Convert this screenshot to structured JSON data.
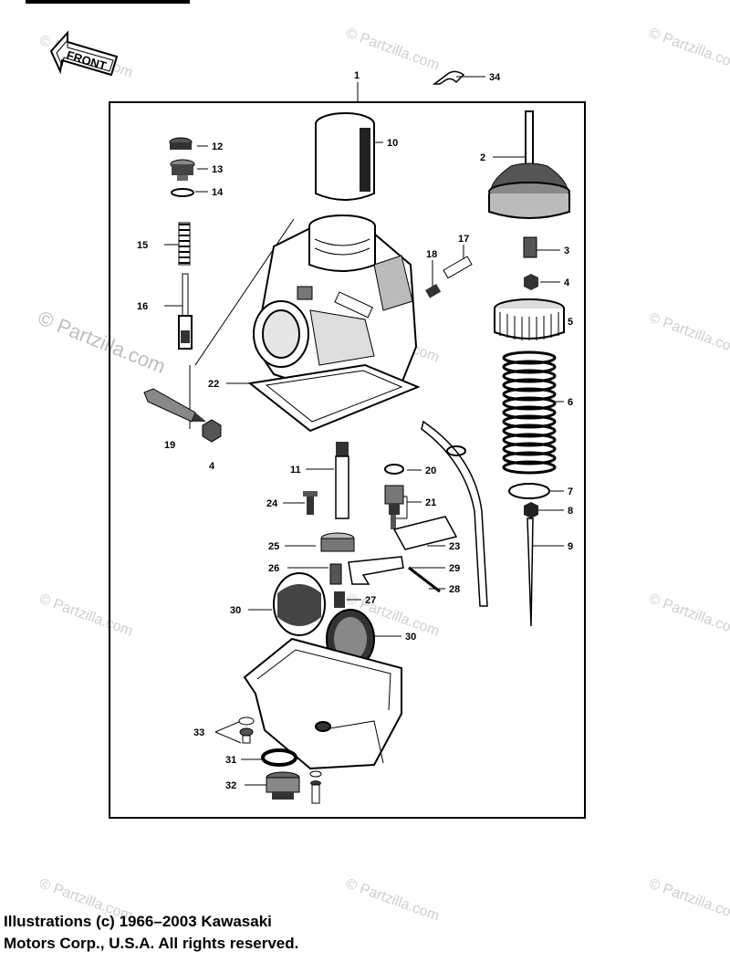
{
  "diagram": {
    "orientation_label": "FRONT",
    "watermark": "© Partzilla.com",
    "callouts": {
      "c1": "1",
      "c2": "2",
      "c3": "3",
      "c4a": "4",
      "c4b": "4",
      "c5": "5",
      "c6": "6",
      "c7": "7",
      "c8": "8",
      "c9": "9",
      "c10": "10",
      "c11": "11",
      "c12": "12",
      "c13": "13",
      "c14": "14",
      "c15": "15",
      "c16": "16",
      "c17": "17",
      "c18": "18",
      "c19": "19",
      "c20": "20",
      "c21": "21",
      "c22": "22",
      "c23": "23",
      "c24": "24",
      "c25": "25",
      "c26": "26",
      "c27": "27",
      "c28": "28",
      "c29": "29",
      "c30a": "30",
      "c30b": "30",
      "c31": "31",
      "c32": "32",
      "c33": "33",
      "c34": "34"
    }
  },
  "footer": {
    "line1": "Illustrations (c) 1966–2003 Kawasaki",
    "line2": "Motors Corp., U.S.A.  All rights reserved."
  },
  "colors": {
    "ink": "#000000",
    "watermark": "#cfcfcf",
    "background": "#ffffff"
  }
}
